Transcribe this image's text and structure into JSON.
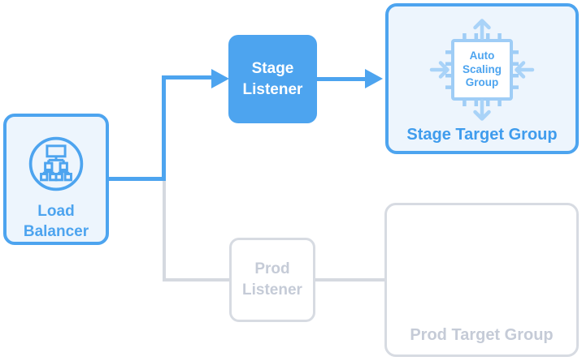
{
  "colors": {
    "accent_blue": "#4da4ef",
    "light_blue_fill": "#edf5fd",
    "chip_stroke_blue": "#9fcdf6",
    "scale_arrow_blue": "#a9d3f8",
    "label_blue": "#3f9ced",
    "inactive_border": "#d7dbe2",
    "inactive_text": "#c5cbd7",
    "connector_gray": "#d5d9e0",
    "canvas_bg": "#ffffff"
  },
  "nodes": {
    "load_balancer": {
      "label": "Load Balancer",
      "icon": "load-balancer-icon"
    },
    "stage_listener": {
      "label": "Stage Listener"
    },
    "prod_listener": {
      "label": "Prod Listener"
    },
    "stage_target_group": {
      "label": "Stage Target Group",
      "chip_label": "Auto Scaling Group",
      "icon": "auto-scaling-chip-icon"
    },
    "prod_target_group": {
      "label": "Prod Target Group"
    }
  }
}
